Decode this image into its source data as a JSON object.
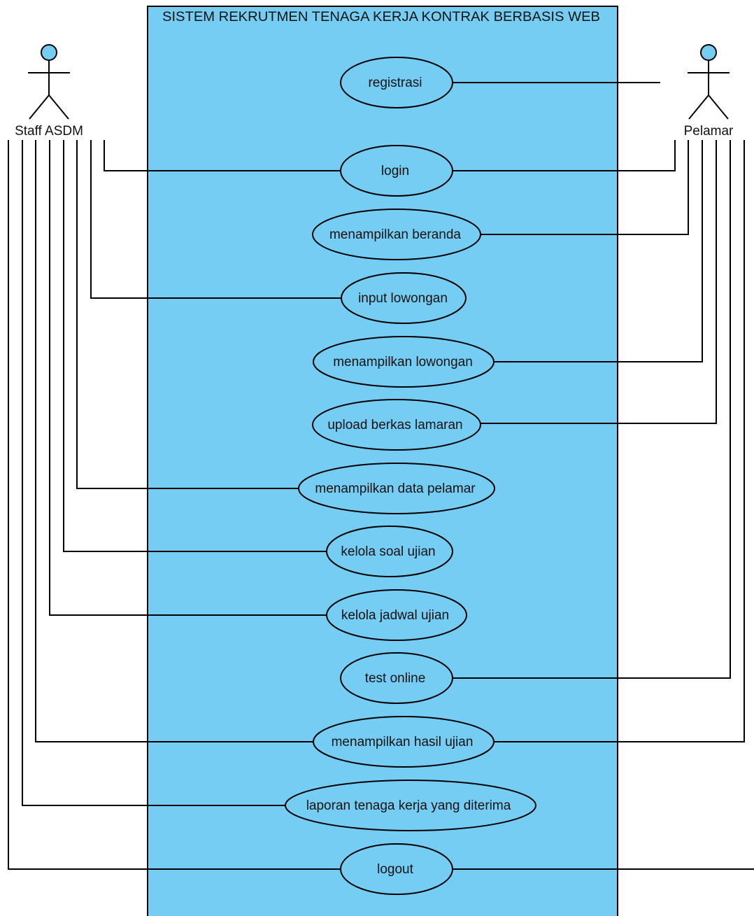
{
  "system": {
    "title": "SISTEM REKRUTMEN TENAGA KERJA KONTRAK BERBASIS WEB"
  },
  "actors": {
    "staff": {
      "name": "Staff ASDM"
    },
    "pelamar": {
      "name": "Pelamar"
    }
  },
  "use_cases": [
    {
      "id": "registrasi",
      "label": "registrasi",
      "actors": [
        "Pelamar"
      ]
    },
    {
      "id": "login",
      "label": "login",
      "actors": [
        "Staff ASDM",
        "Pelamar"
      ]
    },
    {
      "id": "menampilkan-beranda",
      "label": "menampilkan beranda",
      "actors": [
        "Pelamar"
      ]
    },
    {
      "id": "input-lowongan",
      "label": "input lowongan",
      "actors": [
        "Staff ASDM"
      ]
    },
    {
      "id": "menampilkan-lowongan",
      "label": "menampilkan lowongan",
      "actors": [
        "Pelamar"
      ]
    },
    {
      "id": "upload-berkas-lamaran",
      "label": "upload berkas lamaran",
      "actors": [
        "Pelamar"
      ]
    },
    {
      "id": "menampilkan-data-pelamar",
      "label": "menampilkan data pelamar",
      "actors": [
        "Staff ASDM"
      ]
    },
    {
      "id": "kelola-soal-ujian",
      "label": "kelola soal ujian",
      "actors": [
        "Staff ASDM"
      ]
    },
    {
      "id": "kelola-jadwal-ujian",
      "label": "kelola jadwal ujian",
      "actors": [
        "Staff ASDM"
      ]
    },
    {
      "id": "test-online",
      "label": "test online",
      "actors": [
        "Pelamar"
      ]
    },
    {
      "id": "menampilkan-hasil-ujian",
      "label": "menampilkan hasil ujian",
      "actors": [
        "Staff ASDM",
        "Pelamar"
      ]
    },
    {
      "id": "laporan-tenaga-kerja",
      "label": "laporan tenaga kerja yang diterima",
      "actors": [
        "Staff ASDM"
      ]
    },
    {
      "id": "logout",
      "label": "logout",
      "actors": [
        "Staff ASDM",
        "Pelamar"
      ]
    }
  ],
  "colors": {
    "system_fill": "#76cdf3",
    "usecase_fill": "#76cdf3",
    "actor_head": "#76cdf3",
    "stroke": "#000000"
  }
}
